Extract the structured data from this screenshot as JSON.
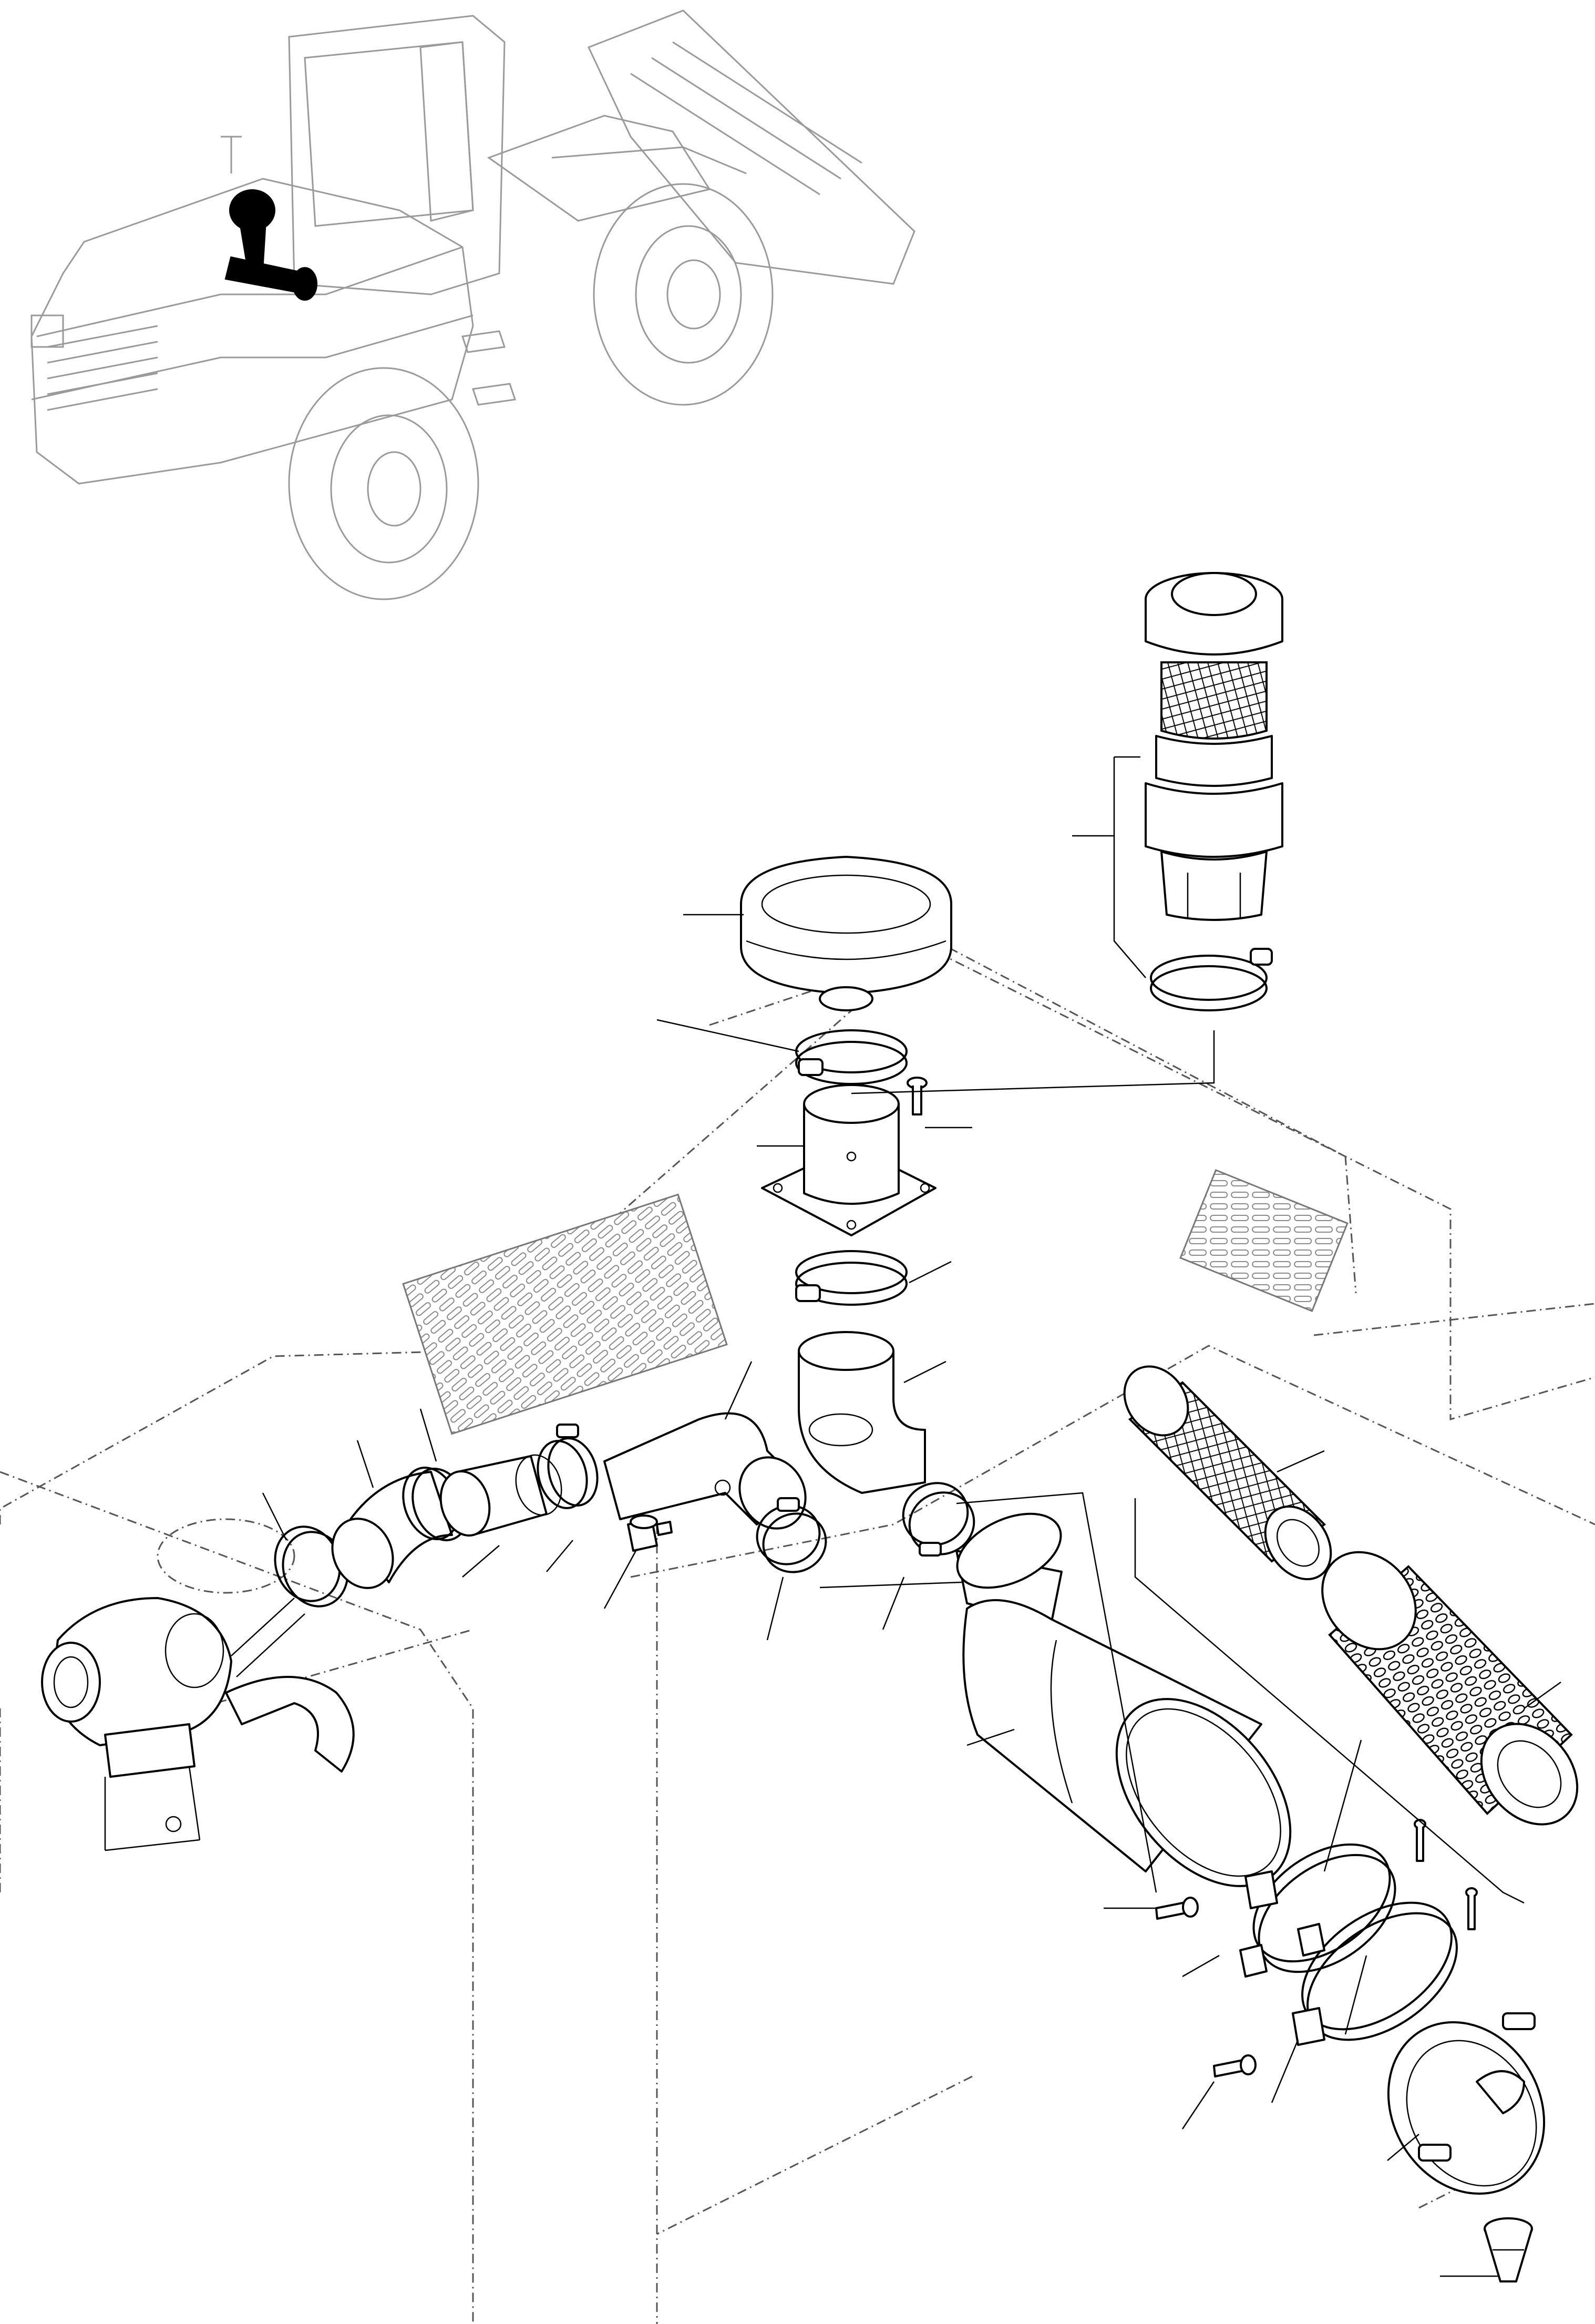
{
  "diagram": {
    "kind": "exploded-parts-view",
    "labels_printed": false,
    "colors": {
      "line": "#000000",
      "background": "#ffffff",
      "ghost": "#9a9a9a",
      "highlight": "#000000"
    },
    "parts": [
      "wheel-loader-locator",
      "precleaner-cap",
      "precleaner-cyclone-assembly",
      "cyclone-clamp",
      "cap-clamp",
      "inlet-pipe-flange",
      "flange-bolt",
      "pipe-clamp",
      "elbow-90",
      "intake-elbow-long",
      "hose-clamp-turbo",
      "rubber-hose-1",
      "hose-clamp-2",
      "rubber-hose-2",
      "hose-clamp-3",
      "restriction-indicator",
      "hose-clamp-4",
      "hose-clamp-5",
      "air-cleaner-housing",
      "safety-filter-element",
      "primary-filter-element",
      "mounting-band-1",
      "mounting-band-2",
      "band-bolt-1",
      "band-bolt-2",
      "band-bolt-3",
      "band-bolt-4",
      "housing-end-cover",
      "dust-valve",
      "turbocharger",
      "engine-hood-outline"
    ]
  }
}
